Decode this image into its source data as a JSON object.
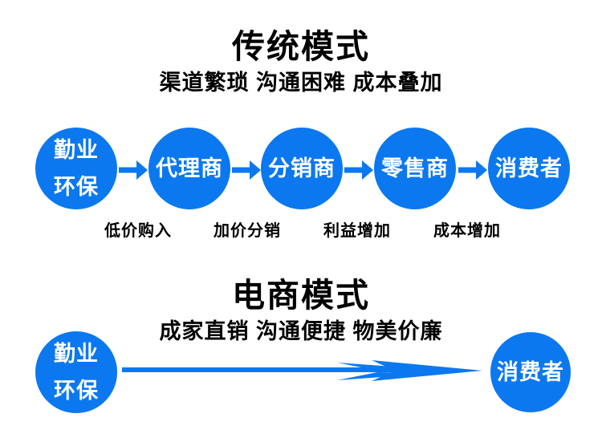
{
  "colors": {
    "brand_blue": "#0b78f0",
    "title_text": "#000000",
    "node_text": "#ffffff",
    "background": "#ffffff"
  },
  "traditional": {
    "title": "传统模式",
    "subtitle": "渠道繁琐 沟通困难 成本叠加",
    "nodes": [
      {
        "label": "勤业\n环保"
      },
      {
        "label": "代理商"
      },
      {
        "label": "分销商"
      },
      {
        "label": "零售商"
      },
      {
        "label": "消费者"
      }
    ],
    "step_labels": [
      "低价购入",
      "加价分销",
      "利益增加",
      "成本增加"
    ]
  },
  "ecommerce": {
    "title": "电商模式",
    "subtitle": "成家直销 沟通便捷 物美价廉",
    "nodes": [
      {
        "label": "勤业\n环保"
      },
      {
        "label": "消费者"
      }
    ]
  }
}
